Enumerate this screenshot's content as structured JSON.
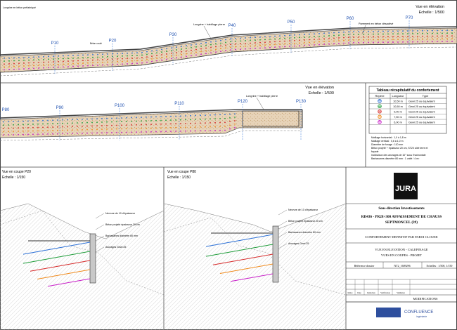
{
  "elevation_top": {
    "title": "Vue en élévation",
    "scale": "Echelle : 1/500",
    "profiles": [
      "P10",
      "P20",
      "P30",
      "P40",
      "P50",
      "P60",
      "P70"
    ],
    "callout_longrine": "Longrine + habillage pierre",
    "callout_parement": "Parement en béton désactivé",
    "callout_left": "Longrine en béton préfabriqué",
    "callout_mid": "Béton coulé"
  },
  "elevation_bottom": {
    "title": "Vue en élévation",
    "scale": "Echelle : 1/500",
    "profiles": [
      "P80",
      "P90",
      "P100",
      "P110",
      "P120",
      "P130"
    ],
    "callout_longrine": "Longrine + habillage pierre"
  },
  "legend": {
    "title": "Tableau récapitulatif du confortement",
    "headers": [
      "Repère",
      "Longueur",
      "Type"
    ],
    "rows": [
      {
        "color": "#2a6fd6",
        "length": "10,50 m",
        "type": "Gewi 25 ou équivalent"
      },
      {
        "color": "#1f9d3a",
        "length": "10,50 m",
        "type": "Gewi 25 ou équivalent"
      },
      {
        "color": "#d62a2a",
        "length": "9,00 m",
        "type": "Gewi 25 ou équivalent"
      },
      {
        "color": "#f08a1c",
        "length": "7,50 m",
        "type": "Gewi 25 ou équivalent"
      },
      {
        "color": "#c81ec8",
        "length": "6,00 m",
        "type": "Gewi 25 ou équivalent"
      }
    ],
    "notes": [
      "Maillage horizontal : 1,0 à 1,8 m",
      "Maillage vertical : 0,6 à 1,0 m",
      "Diamètre de forage : 110 mm",
      "Béton projeté + épaisseur 20 cm, ST20 côté terre et",
      "façade",
      "Inclinaison des ancrages de 10° sous l'horizontale",
      "Barbacanes diamètre 80 mm : 1 unité / 4 m²"
    ]
  },
  "section_left": {
    "title": "Vue en coupe P20",
    "scale": "Echelle : 1/150",
    "labels": [
      "Nervure de 10 d'épaisseur",
      "Béton projeté épaisseur 20 cm",
      "Barbacanes diamètre 80 mm",
      "Ancrages Gewi 25"
    ]
  },
  "section_right": {
    "title": "Vue en coupe P80",
    "scale": "Echelle : 1/150",
    "labels": [
      "Nervure de 10 d'épaisseur",
      "Béton projeté épaisseur 20 cm",
      "Barbacanes diamètre 80 mm",
      "Ancrages Gewi 25"
    ]
  },
  "title_block": {
    "logo": "JURA",
    "department": "Sous-direction Investissements",
    "project_line1": "RD436 - PR28+300 AFFAISSEMENT DE CHAUSS",
    "project_line2": "SEPTMONCEL (39)",
    "subject": "CONFORTEMENT DEFINITIF PAR PAROI CLOUEE",
    "view_line1": "VUE EN ELEVATION - CALEPINAGE",
    "view_line2": "VUES EN COUPES - PROJET",
    "ref_label": "Référence dossier",
    "ref_value": "NT2_1609296",
    "scales": "Echelles : 1/500, 1/150",
    "modifications": "MODIFICATIONS",
    "rev_headers": [
      "Indice",
      "Date",
      "Rédaction",
      "Vérification",
      "Validation"
    ],
    "company": "CONFLUENCE",
    "company_sub": "ingénierie"
  }
}
